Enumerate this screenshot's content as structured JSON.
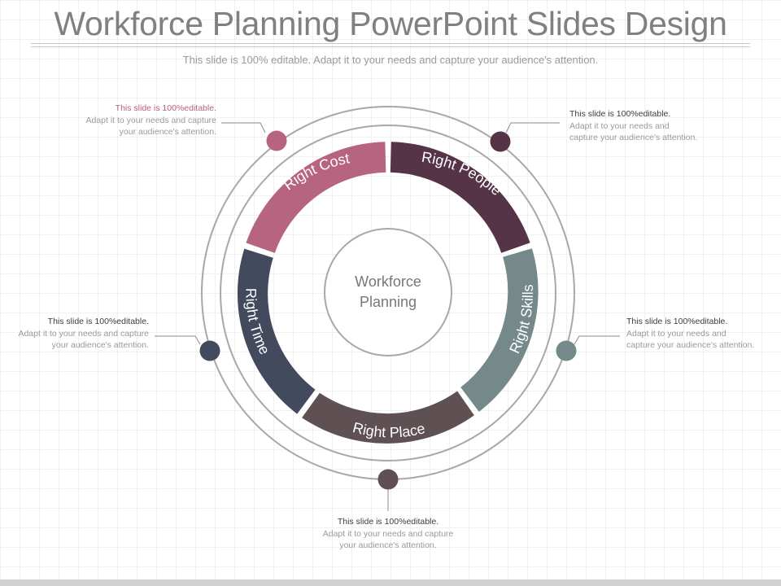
{
  "header": {
    "title": "Workforce Planning PowerPoint Slides Design",
    "subtitle": "This slide is 100% editable. Adapt it to your needs and capture your audience's attention."
  },
  "center": {
    "line1": "Workforce",
    "line2": "Planning"
  },
  "segments": [
    {
      "label": "Right Cost",
      "color": "#b6647f"
    },
    {
      "label": "Right People",
      "color": "#553447"
    },
    {
      "label": "Right Skills",
      "color": "#75898a"
    },
    {
      "label": "Right Place",
      "color": "#5e5053"
    },
    {
      "label": "Right Time",
      "color": "#434a5e"
    }
  ],
  "markers": [
    {
      "color": "#b6647f"
    },
    {
      "color": "#553447"
    },
    {
      "color": "#75898a"
    },
    {
      "color": "#5e5053"
    },
    {
      "color": "#434a5e"
    }
  ],
  "notes": [
    {
      "lead": "This slide is 100%editable.",
      "body": "Adapt it to your needs and capture your audience's attention."
    },
    {
      "lead": "This slide is 100%editable.",
      "body": "Adapt it to your needs and capture your audience's attention."
    },
    {
      "lead": "This slide is 100%editable.",
      "body": "Adapt it to your needs and capture your audience's attention."
    },
    {
      "lead": "This slide is 100%editable.",
      "body": "Adapt it to your needs and capture your audience's attention."
    },
    {
      "lead": "This slide is 100%editable.",
      "body": "Adapt it to your needs and capture your audience's attention."
    }
  ],
  "colors": {
    "ring": "#a8a8a8",
    "connector": "#8a8a8a",
    "center_text": "#777777"
  }
}
